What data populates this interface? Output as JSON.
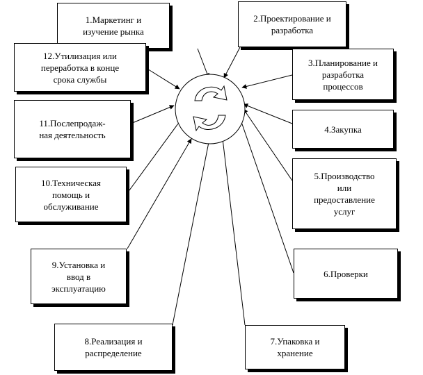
{
  "diagram": {
    "stages": [
      {
        "id": "s1",
        "label": "1.Маркетинг и\nизучение рынка"
      },
      {
        "id": "s2",
        "label": "2.Проектирование и\nразработка"
      },
      {
        "id": "s3",
        "label": "3.Планирование и\nразработка\nпроцессов"
      },
      {
        "id": "s4",
        "label": "4.Закупка"
      },
      {
        "id": "s5",
        "label": "5.Производство\nили\nпредоставление\nуслуг"
      },
      {
        "id": "s6",
        "label": "6.Проверки"
      },
      {
        "id": "s7",
        "label": "7.Упаковка и\nхранение"
      },
      {
        "id": "s8",
        "label": "8.Реализация и\nраспределение"
      },
      {
        "id": "s9",
        "label": "9.Установка и\nввод в\nэксплуатацию"
      },
      {
        "id": "s10",
        "label": "10.Техническая\nпомощь и\nобслуживание"
      },
      {
        "id": "s11",
        "label": "11.Послепродаж-\nная деятельность"
      },
      {
        "id": "s12",
        "label": "12.Утилизация или\nпереработка в конце\nсрока службы"
      }
    ]
  }
}
